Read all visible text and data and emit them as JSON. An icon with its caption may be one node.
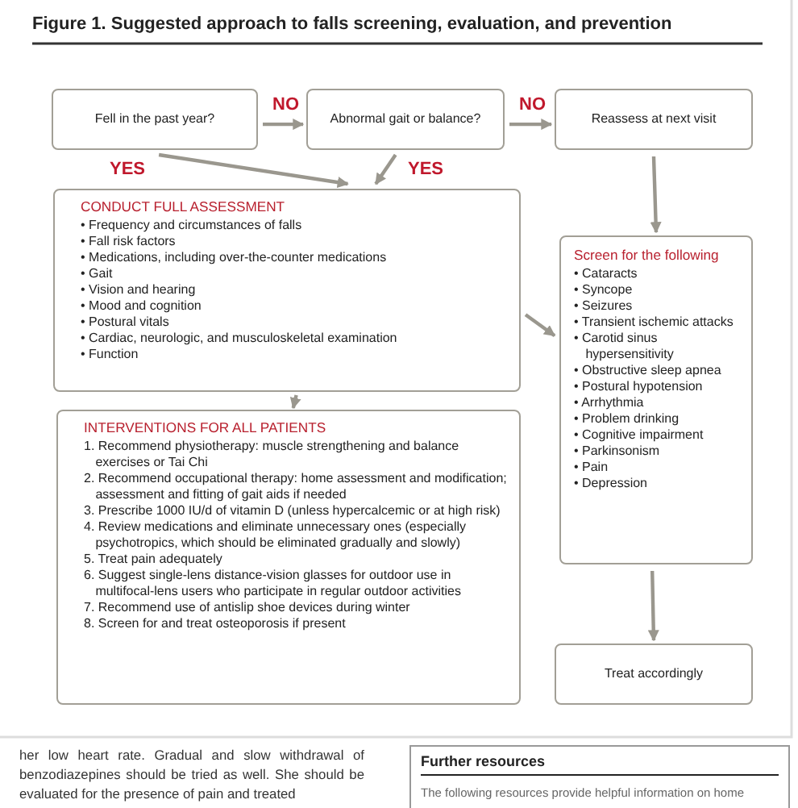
{
  "diagram": {
    "title": "Figure 1. Suggested approach to falls screening, evaluation, and prevention",
    "nodes": [
      {
        "text": [
          "Fell in the past year?"
        ]
      },
      {
        "text": [
          "Abnormal gait or balance?"
        ]
      },
      {
        "text": [
          "Reassess at next visit"
        ]
      },
      {
        "text": [
          "CONDUCT FULL ASSESSMENT",
          "• Frequency and circumstances of falls",
          "• Fall risk factors",
          "• Medications, including over-the-counter medications",
          "• Gait",
          "• Vision and hearing",
          "• Mood and cognition",
          "• Postural vitals",
          "• Cardiac, neurologic, and musculoskeletal examination",
          "• Function"
        ]
      },
      {
        "text": [
          "Screen for the following",
          "• Cataracts",
          "• Syncope",
          "• Seizures",
          "• Transient ischemic attacks",
          "• Carotid sinus hypersensitivity",
          "• Obstructive sleep apnea",
          "• Postural hypotension",
          "• Arrhythmia",
          "• Problem drinking",
          "• Cognitive impairment",
          "• Parkinsonism",
          "• Pain",
          "• Depression"
        ]
      },
      {
        "text": [
          "INTERVENTIONS FOR ALL PATIENTS",
          "1. Recommend physiotherapy: muscle strengthening and balance exercises or Tai Chi",
          "2. Recommend occupational therapy: home assessment and modification; assessment and fitting of gait aids if needed",
          "3. Prescribe 1000 IU/d of vitamin D (unless hypercalcemic or at high risk)",
          "4. Review medications and eliminate unnecessary ones (especially psychotropics, which should be eliminated gradually and slowly)",
          "5. Treat pain adequately",
          "6. Suggest single-lens distance-vision glasses for outdoor use in multifocal-lens users who participate in regular outdoor activities",
          "7. Recommend use of antislip shoe devices during winter",
          "8. Screen for and treat osteoporosis if present"
        ]
      },
      {
        "text": [
          "Treat accordingly"
        ]
      },
      {
        "text": [
          "Further resources",
          "The following resources provide helpful information on home"
        ]
      }
    ],
    "edges": [
      {
        "from": 0,
        "to": 1,
        "arrow": "to",
        "label": "NO"
      },
      {
        "from": 1,
        "to": 2,
        "arrow": "to",
        "label": "NO"
      },
      {
        "from": 0,
        "to": 3,
        "arrow": "to",
        "label": "YES"
      },
      {
        "from": 1,
        "to": 3,
        "arrow": "to",
        "label": "YES"
      },
      {
        "from": 2,
        "to": 4,
        "arrow": "to"
      },
      {
        "from": 3,
        "to": 5,
        "arrow": "to"
      },
      {
        "from": 3,
        "to": 4,
        "arrow": "to"
      },
      {
        "from": 4,
        "to": 6,
        "arrow": "to"
      }
    ],
    "labels": [
      "her low heart rate. Gradual and slow withdrawal of benzodiazepines should be tried as well. She should be evaluated for the presence of pain and treated"
    ]
  }
}
